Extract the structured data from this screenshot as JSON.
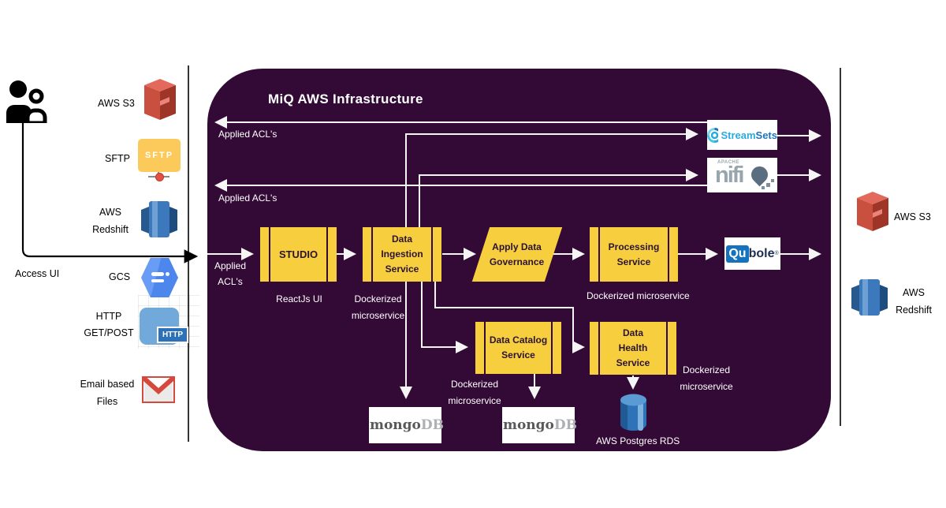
{
  "title": "MiQ AWS Infrastructure",
  "labels": {
    "access_ui": "Access UI",
    "applied_acls_top": "Applied ACL's",
    "applied_acls_mid": "Applied ACL's",
    "applied_entry_line1": "Applied",
    "applied_entry_line2": "ACL's"
  },
  "left_sources": {
    "s3": "AWS S3",
    "sftp": "SFTP",
    "sftp_icon_text": "SFTP",
    "redshift_line1": "AWS",
    "redshift_line2": "Redshift",
    "gcs": "GCS",
    "http_line1": "HTTP",
    "http_line2": "GET/POST",
    "http_badge": "HTTP",
    "email_line1": "Email based",
    "email_line2": "Files"
  },
  "nodes": {
    "studio": {
      "title": "STUDIO",
      "subtitle": "ReactJs UI"
    },
    "ingestion": {
      "line1": "Data",
      "line2": "Ingestion",
      "line3": "Service",
      "sub1": "Dockerized",
      "sub2": "microservice"
    },
    "governance": {
      "line1": "Apply Data",
      "line2": "Governance"
    },
    "processing": {
      "line1": "Processing",
      "line2": "Service",
      "sub": "Dockerized microservice"
    },
    "catalog": {
      "line1": "Data Catalog",
      "line2": "Service",
      "sub1": "Dockerized",
      "sub2": "microservice"
    },
    "health": {
      "line1": "Data",
      "line2": "Health",
      "line3": "Service",
      "sub1": "Dockerized",
      "sub2": "microservice"
    }
  },
  "logos": {
    "streamsets_a": "Stream",
    "streamsets_b": "Sets",
    "nifi_apache": "APACHE",
    "nifi": "nifi",
    "qubole_a": "Qu",
    "qubole_b": "bole",
    "qubole_reg": "®",
    "mongo1_a": "mongo",
    "mongo1_b": "DB",
    "mongo2_a": "mongo",
    "mongo2_b": "DB",
    "rds_label": "AWS Postgres RDS"
  },
  "right_targets": {
    "s3": "AWS S3",
    "redshift_line1": "AWS",
    "redshift_line2": "Redshift"
  },
  "colors": {
    "container_bg": "#330A36",
    "node_fill": "#F7CE3D",
    "node_text": "#2B1333",
    "arrow_white": "#F5F5F5",
    "line_black": "#000000",
    "s3_red": "#C94F3F",
    "redshift_blue": "#3B78BC",
    "gcs_blue": "#4D87EE",
    "http_blue": "#71A9DB",
    "gmail_red": "#D5493C",
    "sftp_folder": "#FBCA5A",
    "rds_blue": "#2E73B8",
    "mongo_green": "#58AA50",
    "streamsets_blue": "#29ABE2",
    "qubole_blue": "#1472BE",
    "nifi_gray": "#9AA7AF"
  }
}
